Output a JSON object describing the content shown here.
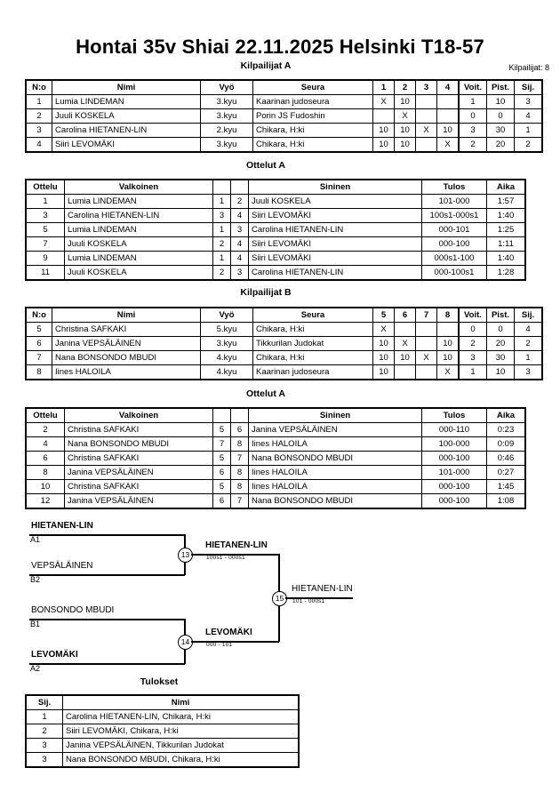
{
  "header": {
    "title": "Hontai 35v Shiai  22.11.2025  Helsinki   T18-57",
    "competitors_label": "Kilpailijat: 8"
  },
  "pool_a": {
    "heading": "Kilpailijat A",
    "columns": [
      "N:o",
      "Nimi",
      "Vyö",
      "Seura",
      "1",
      "2",
      "3",
      "4",
      "Voit.",
      "Pist.",
      "Sij."
    ],
    "rows": [
      {
        "no": "1",
        "nimi": "Lumia LINDEMAN",
        "vyo": "3.kyu",
        "seura": "Kaarinan judoseura",
        "r": [
          "X",
          "10",
          "",
          ""
        ],
        "voit": "1",
        "pist": "10",
        "sij": "3"
      },
      {
        "no": "2",
        "nimi": "Juuli KOSKELA",
        "vyo": "3.kyu",
        "seura": "Porin JS Fudoshin",
        "r": [
          "",
          "X",
          "",
          ""
        ],
        "voit": "0",
        "pist": "0",
        "sij": "4"
      },
      {
        "no": "3",
        "nimi": "Carolina HIETANEN-LIN",
        "vyo": "2.kyu",
        "seura": "Chikara, H:ki",
        "r": [
          "10",
          "10",
          "X",
          "10"
        ],
        "voit": "3",
        "pist": "30",
        "sij": "1"
      },
      {
        "no": "4",
        "nimi": "Siiri LEVOMÄKI",
        "vyo": "3.kyu",
        "seura": "Chikara, H:ki",
        "r": [
          "10",
          "10",
          "",
          "X"
        ],
        "voit": "2",
        "pist": "20",
        "sij": "2"
      }
    ]
  },
  "matches_a": {
    "heading": "Ottelut A",
    "columns": [
      "Ottelu",
      "Valkoinen",
      "",
      "",
      "Sininen",
      "Tulos",
      "Aika"
    ],
    "rows": [
      {
        "ottelu": "1",
        "white": "Lumia LINDEMAN",
        "white_win": true,
        "wn": "1",
        "bn": "2",
        "blue": "Juuli KOSKELA",
        "blue_win": false,
        "tulos": "101-000",
        "aika": "1:57"
      },
      {
        "ottelu": "3",
        "white": "Carolina HIETANEN-LIN",
        "white_win": true,
        "wn": "3",
        "bn": "4",
        "blue": "Siiri LEVOMÄKI",
        "blue_win": false,
        "tulos": "100s1-000s1",
        "aika": "1:40"
      },
      {
        "ottelu": "5",
        "white": "Lumia LINDEMAN",
        "white_win": false,
        "wn": "1",
        "bn": "3",
        "blue": "Carolina HIETANEN-LIN",
        "blue_win": true,
        "tulos": "000-101",
        "aika": "1:25"
      },
      {
        "ottelu": "7",
        "white": "Juuli KOSKELA",
        "white_win": false,
        "wn": "2",
        "bn": "4",
        "blue": "Siiri LEVOMÄKI",
        "blue_win": true,
        "tulos": "000-100",
        "aika": "1:11"
      },
      {
        "ottelu": "9",
        "white": "Lumia LINDEMAN",
        "white_win": false,
        "wn": "1",
        "bn": "4",
        "blue": "Siiri LEVOMÄKI",
        "blue_win": true,
        "tulos": "000s1-100",
        "aika": "1:40"
      },
      {
        "ottelu": "11",
        "white": "Juuli KOSKELA",
        "white_win": false,
        "wn": "2",
        "bn": "3",
        "blue": "Carolina HIETANEN-LIN",
        "blue_win": true,
        "tulos": "000-100s1",
        "aika": "1:28"
      }
    ]
  },
  "pool_b": {
    "heading": "Kilpailijat B",
    "columns": [
      "N:o",
      "Nimi",
      "Vyö",
      "Seura",
      "5",
      "6",
      "7",
      "8",
      "Voit.",
      "Pist.",
      "Sij."
    ],
    "rows": [
      {
        "no": "5",
        "nimi": "Christina SAFKAKI",
        "vyo": "5.kyu",
        "seura": "Chikara, H:ki",
        "r": [
          "X",
          "",
          "",
          ""
        ],
        "voit": "0",
        "pist": "0",
        "sij": "4"
      },
      {
        "no": "6",
        "nimi": "Janina VEPSÄLÄINEN",
        "vyo": "3.kyu",
        "seura": "Tikkurilan Judokat",
        "r": [
          "10",
          "X",
          "",
          "10"
        ],
        "voit": "2",
        "pist": "20",
        "sij": "2"
      },
      {
        "no": "7",
        "nimi": "Nana BONSONDO MBUDI",
        "vyo": "4.kyu",
        "seura": "Chikara, H:ki",
        "r": [
          "10",
          "10",
          "X",
          "10"
        ],
        "voit": "3",
        "pist": "30",
        "sij": "1"
      },
      {
        "no": "8",
        "nimi": "Iines HALOILA",
        "vyo": "4.kyu",
        "seura": "Kaarinan judoseura",
        "r": [
          "10",
          "",
          "",
          "X"
        ],
        "voit": "1",
        "pist": "10",
        "sij": "3"
      }
    ]
  },
  "matches_b": {
    "heading": "Ottelut A",
    "columns": [
      "Ottelu",
      "Valkoinen",
      "",
      "",
      "Sininen",
      "Tulos",
      "Aika"
    ],
    "rows": [
      {
        "ottelu": "2",
        "white": "Christina SAFKAKI",
        "white_win": false,
        "wn": "5",
        "bn": "6",
        "blue": "Janina VEPSÄLÄINEN",
        "blue_win": true,
        "tulos": "000-110",
        "aika": "0:23"
      },
      {
        "ottelu": "4",
        "white": "Nana BONSONDO MBUDI",
        "white_win": true,
        "wn": "7",
        "bn": "8",
        "blue": "Iines HALOILA",
        "blue_win": false,
        "tulos": "100-000",
        "aika": "0:09"
      },
      {
        "ottelu": "6",
        "white": "Christina SAFKAKI",
        "white_win": false,
        "wn": "5",
        "bn": "7",
        "blue": "Nana BONSONDO MBUDI",
        "blue_win": true,
        "tulos": "000-100",
        "aika": "0:46"
      },
      {
        "ottelu": "8",
        "white": "Janina VEPSÄLÄINEN",
        "white_win": true,
        "wn": "6",
        "bn": "8",
        "blue": "Iines HALOILA",
        "blue_win": false,
        "tulos": "101-000",
        "aika": "0:27"
      },
      {
        "ottelu": "10",
        "white": "Christina SAFKAKI",
        "white_win": false,
        "wn": "5",
        "bn": "8",
        "blue": "Iines HALOILA",
        "blue_win": true,
        "tulos": "000-100",
        "aika": "1:45"
      },
      {
        "ottelu": "12",
        "white": "Janina VEPSÄLÄINEN",
        "white_win": false,
        "wn": "6",
        "bn": "7",
        "blue": "Nana BONSONDO MBUDI",
        "blue_win": true,
        "tulos": "000-100",
        "aika": "1:08"
      }
    ]
  },
  "bracket": {
    "entries": [
      {
        "name": "HIETANEN-LIN",
        "seed": "A1",
        "winner": true
      },
      {
        "name": "VEPSÄLÄINEN",
        "seed": "B2",
        "winner": false
      },
      {
        "name": "BONSONDO MBUDI",
        "seed": "B1",
        "winner": false
      },
      {
        "name": "LEVOMÄKI",
        "seed": "A2",
        "winner": true
      }
    ],
    "semifinals": [
      {
        "node": "13",
        "winner": "HIETANEN-LIN",
        "score": "100s1 - 000s1"
      },
      {
        "node": "14",
        "winner": "LEVOMÄKI",
        "score": "000 - 101"
      }
    ],
    "final": {
      "node": "15",
      "winner": "HIETANEN-LIN",
      "score": "101 - 000s1"
    }
  },
  "results": {
    "heading": "Tulokset",
    "columns": [
      "Sij.",
      "Nimi"
    ],
    "rows": [
      {
        "sij": "1",
        "nimi": "Carolina HIETANEN-LIN, Chikara, H:ki"
      },
      {
        "sij": "2",
        "nimi": "Siiri LEVOMÄKI, Chikara, H:ki"
      },
      {
        "sij": "3",
        "nimi": "Janina VEPSÄLÄINEN, Tikkurilan Judokat"
      },
      {
        "sij": "3",
        "nimi": "Nana BONSONDO MBUDI, Chikara, H:ki"
      }
    ]
  }
}
